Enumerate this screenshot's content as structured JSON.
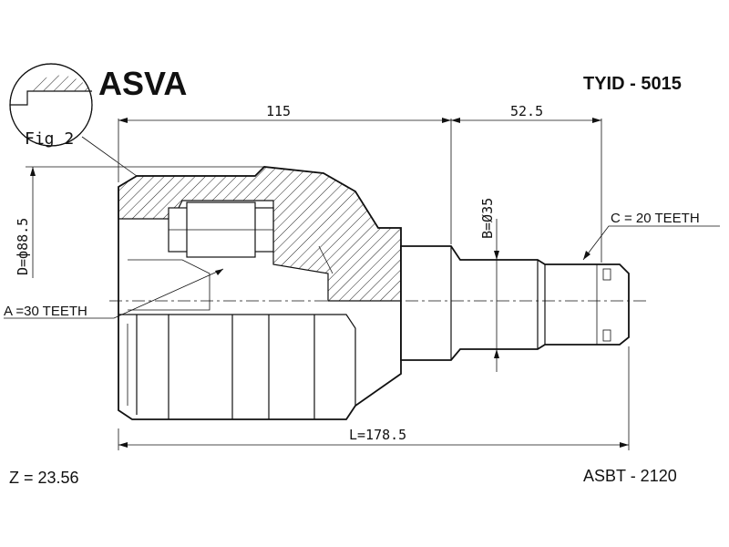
{
  "brand": "ASVA",
  "part_number": "TYID - 5015",
  "fig_label": "Fig 2",
  "cross_reference": "ASBT - 2120",
  "z_label": "Z = 23.56",
  "dimensions": {
    "length_115": "115",
    "length_52_5": "52.5",
    "total_length": "L=178.5",
    "diameter_d": "D=ф88.5",
    "diameter_b": "B=Ø35"
  },
  "teeth": {
    "inner": "A =30 TEETH",
    "outer": "C = 20 TEETH"
  },
  "colors": {
    "line": "#111111",
    "background": "#ffffff",
    "hatch": "#222222"
  }
}
